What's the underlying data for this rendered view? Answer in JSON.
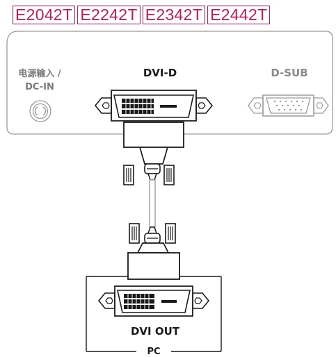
{
  "models": [
    "E2042T",
    "E2242T",
    "E2342T",
    "E2442T"
  ],
  "ports": {
    "dc_in_line1": "电源输入 /",
    "dc_in_line2": "DC-IN",
    "dvi_d": "DVI-D",
    "d_sub": "D-SUB"
  },
  "pc": {
    "dvi_out": "DVI OUT",
    "label": "PC"
  },
  "colors": {
    "model_accent": "#c4185c",
    "panel_border": "#9a9a9a",
    "line_dark": "#1a1a1a",
    "cable_grey": "#a0a0a0",
    "inactive_grey": "#9a9a9a"
  }
}
